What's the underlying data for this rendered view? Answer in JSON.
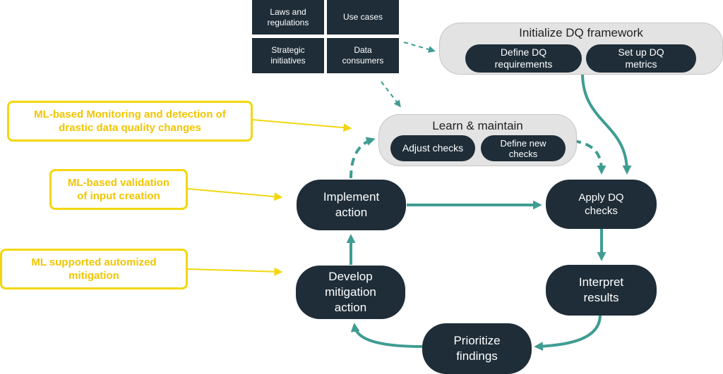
{
  "inputs": {
    "laws": "Laws and\nregulations",
    "use_cases": "Use cases",
    "strategic": "Strategic\ninitiatives",
    "consumers": "Data\nconsumers"
  },
  "init_panel": {
    "title": "Initialize DQ framework",
    "define": "Define DQ\nrequirements",
    "metrics": "Set up DQ\nmetrics"
  },
  "learn_panel": {
    "title": "Learn & maintain",
    "adjust": "Adjust checks",
    "define_new": "Define new\nchecks"
  },
  "cycle": {
    "implement": "Implement\naction",
    "apply": "Apply DQ\nchecks",
    "interpret": "Interpret\nresults",
    "prioritize": "Prioritize\nfindings",
    "develop": "Develop\nmitigation\naction"
  },
  "ml_boxes": {
    "monitoring": "ML-based Monitoring and detection of\ndrastic data quality changes",
    "validation": "ML-based validation\nof input creation",
    "mitigation": "ML supported automized\nmitigation"
  },
  "colors": {
    "dark": "#1e2d38",
    "teal": "#3f9c92",
    "yellow": "#f2d70f",
    "panel": "#e3e3e3"
  }
}
